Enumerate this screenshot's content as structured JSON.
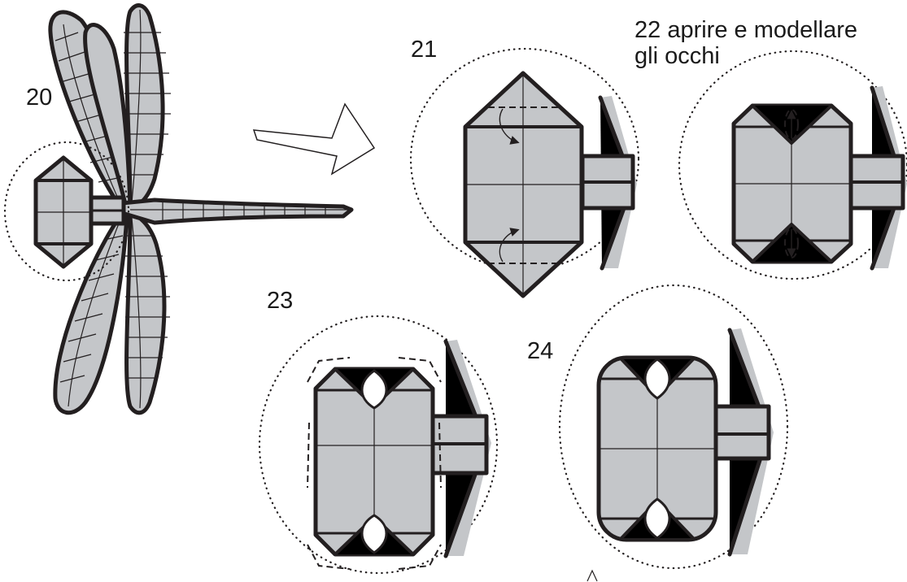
{
  "steps": [
    {
      "number": "20",
      "caption": ""
    },
    {
      "number": "21",
      "caption": ""
    },
    {
      "number": "22",
      "caption_line1": "22 aprire e modellare",
      "caption_line2": "gli occhi"
    },
    {
      "number": "23",
      "caption": ""
    },
    {
      "number": "24",
      "caption": ""
    }
  ],
  "colors": {
    "paper": "#c4c6c9",
    "outline": "#231f20",
    "background": "#ffffff"
  }
}
